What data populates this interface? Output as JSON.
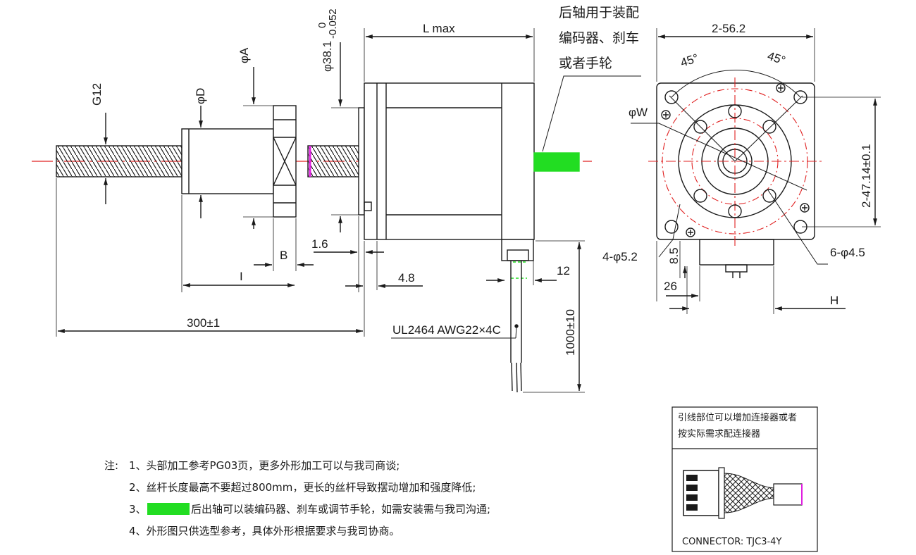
{
  "colors": {
    "line": "#1a1a1a",
    "center_line": "#e02020",
    "shaft_green": "#22dd22",
    "magenta": "#e020e0"
  },
  "dims": {
    "g12": "G12",
    "phi_d": "φD",
    "phi_a": "φA",
    "phi_38": "φ38.1",
    "tol_upper": "0",
    "tol_lower": "-0.052",
    "l_max": "L max",
    "b": "B",
    "i": "I",
    "d16": "1.6",
    "d48": "4.8",
    "d300": "300±1",
    "d12": "12",
    "d1000": "1000±10",
    "cable": "UL2464 AWG22×4C",
    "d562": "2-56.2",
    "ang1": "45°",
    "ang2": "45°",
    "phi_w": "φW",
    "d4714": "2-47.14±0.1",
    "hole4": "4-φ5.2",
    "hole6": "6-φ4.5",
    "d85": "8.5",
    "d26": "26",
    "h": "H"
  },
  "callout": {
    "line1": "后轴用于装配",
    "line2": "编码器、刹车",
    "line3": "或者手轮"
  },
  "notes": {
    "prefix": "注:",
    "n1": "1、头部加工参考PG03页，更多外形加工可以与我司商谈;",
    "n2": "2、丝杆长度最高不要超过800mm，更长的丝杆导致摆动增加和强度降低;",
    "n3_num": "3、",
    "n3_text": "后出轴可以装编码器、刹车或调节手轮，如需安装需与我司沟通;",
    "n4": "4、外形图只供选型参考，具体外形根据要求与我司协商。"
  },
  "connector": {
    "line1": "引线部位可以增加连接器或者",
    "line2": "按实际需求配连接器",
    "label": "CONNECTOR: TJC3-4Y"
  }
}
